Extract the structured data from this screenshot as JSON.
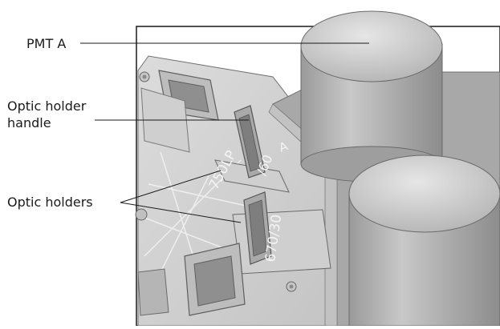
{
  "labels": {
    "pmt": "PMT A",
    "handle_line1": "Optic holder",
    "handle_line2": "handle",
    "holders": "Optic holders"
  },
  "engravings": {
    "filter_1": "750LP",
    "filter_2": "670/30",
    "filter_3": "/60",
    "detector_letter": "A"
  },
  "icons": [
    "pmt-cylinder-icon",
    "optic-holder-handle-icon",
    "screw-icon"
  ],
  "colors": {
    "background": "#ffffff",
    "metal_light": "#d4d4d4",
    "metal_mid": "#b3b3b3",
    "metal_dark": "#8a8a8a",
    "leader_line": "#1a1a1a"
  }
}
